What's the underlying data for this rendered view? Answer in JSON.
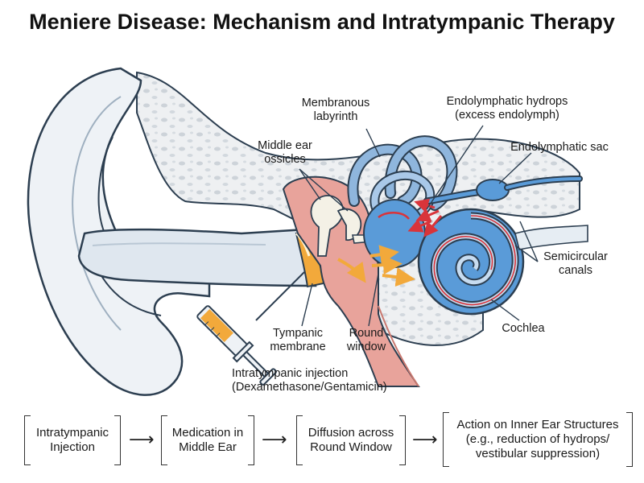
{
  "title": "Meniere Disease: Mechanism and Intratympanic Therapy",
  "labels": {
    "membranous_labyrinth": [
      "Membranous",
      "labyrinth"
    ],
    "endolymphatic_hydrops": [
      "Endolymphatic hydrops",
      "(excess endolymph)"
    ],
    "middle_ear_ossicles": [
      "Middle ear",
      "ossicles"
    ],
    "endolymphatic_sac": [
      "Endolymphatic sac"
    ],
    "semicircular_canals": [
      "Semicircular",
      "canals"
    ],
    "cochlea": [
      "Cochlea"
    ],
    "tympanic_membrane": [
      "Tympanic",
      "membrane"
    ],
    "round_window": [
      "Round",
      "window"
    ],
    "intratympanic_injection": [
      "Intratympanic injection",
      "(Dexamethasone/Gentamicin)"
    ]
  },
  "flow": [
    {
      "lines": [
        "Intratympanic",
        "Injection"
      ]
    },
    {
      "lines": [
        "Medication in",
        "Middle Ear"
      ]
    },
    {
      "lines": [
        "Diffusion across",
        "Round Window"
      ]
    },
    {
      "lines": [
        "Action on Inner Ear Structures",
        "(e.g., reduction of hydrops/",
        "vestibular suppression)"
      ]
    }
  ],
  "colors": {
    "endolymph_blue": "#5a9bd8",
    "middle_ear_pink": "#e8a39b",
    "medication_orange": "#f2a93b",
    "pressure_red": "#d9343a",
    "skin_gray": "#e8edf2",
    "bone": "#e4e7ea"
  },
  "icons": [
    "syringe-icon",
    "diffusion-arrow-icon",
    "pressure-arrow-icon",
    "flow-arrow-icon"
  ]
}
